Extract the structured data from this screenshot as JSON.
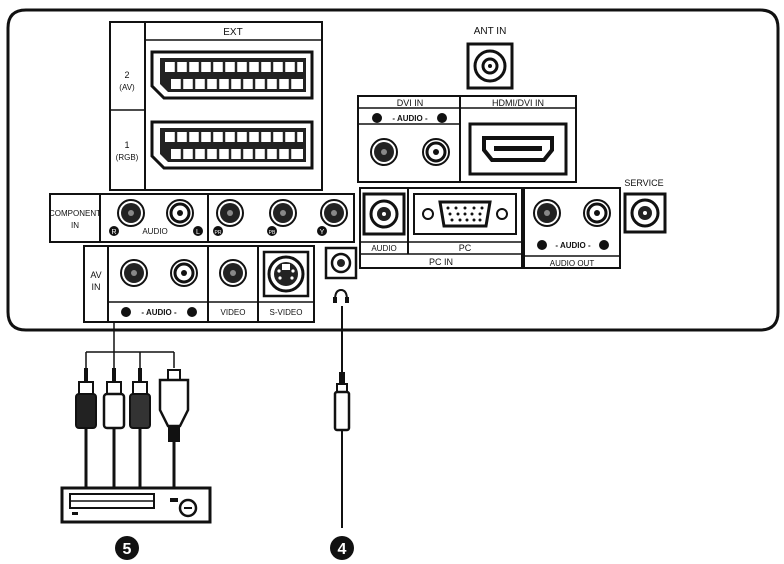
{
  "labels": {
    "ext": "EXT",
    "scart2_top": "2",
    "scart2_bottom": "(AV)",
    "scart1_top": "1",
    "scart1_bottom": "(RGB)",
    "ant_in": "ANT IN",
    "dvi_in": "DVI IN",
    "dvi_audio": "- AUDIO -",
    "hdmi_dvi_in": "HDMI/DVI IN",
    "service": "SERVICE",
    "component_top": "COMPONENT",
    "component_bottom": "IN",
    "component_audio": "AUDIO",
    "comp_r": "R",
    "comp_l": "L",
    "comp_pr": "PR",
    "comp_pb": "PB",
    "comp_y": "Y",
    "pc_audio": "AUDIO",
    "pc": "PC",
    "pc_in": "PC IN",
    "audio_out_audio": "- AUDIO -",
    "audio_out": "AUDIO OUT",
    "av_top": "AV",
    "av_bottom": "IN",
    "av_audio": "- AUDIO -",
    "video": "VIDEO",
    "s_video": "S-VIDEO",
    "callout_5": "5",
    "callout_4": "4"
  }
}
